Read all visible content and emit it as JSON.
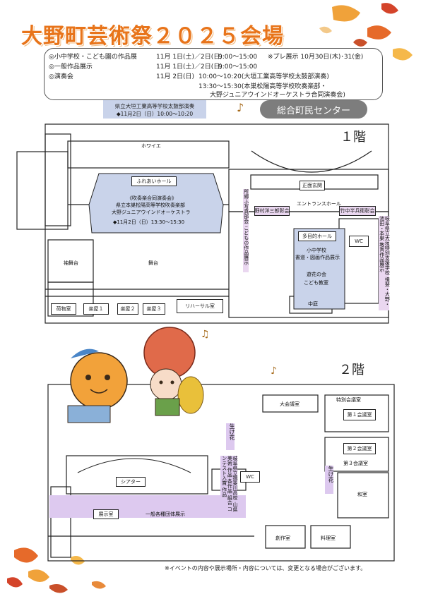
{
  "title": "大野町芸術祭２０２５会場",
  "schedule": [
    {
      "name": "◎小中学校・こども園の作品展",
      "date": "11月 1日(土)／2日(日)",
      "time": "9:00〜15:00",
      "extra": "※プレ展示 10月30日(木)･31(金)"
    },
    {
      "name": "◎一般作品展示",
      "date": "11月 1日(土)／2日(日)",
      "time": "9:00〜15:00",
      "extra": ""
    },
    {
      "name": "◎演奏会",
      "date": "11月 2日(日)",
      "time": "10:00〜10:20(大垣工業高等学校太鼓部演奏)",
      "extra": ""
    },
    {
      "name": "",
      "date": "",
      "time": "13:30〜15:30(本巣松陽高等学校吹奏楽部・",
      "extra": ""
    },
    {
      "name": "",
      "date": "",
      "time": "大野ジュニアウインドオーケストラ合同演奏会)",
      "extra": ""
    }
  ],
  "taiko_box": {
    "line1": "県立大垣工業高等学校太鼓部演奏",
    "line2": "◆11月2日（日）10:00〜10:20"
  },
  "venue": "総合町民センター",
  "floor1": "１階",
  "floor2": "２階",
  "hall": {
    "name": "ふれあいホール",
    "lines": [
      "《吹奏楽合同演奏会》",
      "県立本巣松陽高等学校吹奏楽部",
      "大野ジュニアウインドオーケストラ",
      "◆11月2日（日）13:30〜15:30"
    ]
  },
  "f1_rooms": {
    "foyer": "ホワイエ",
    "stage": "舞台",
    "sode": "袖舞台",
    "storage": "荷物室",
    "gakuya1": "楽屋１",
    "gakuya2": "楽屋２",
    "gakuya3": "楽屋３",
    "rehearsal": "リハーサル室",
    "front_entrance": "正面玄関",
    "entrance_hall": "エントランスホール",
    "nomura": "野村洋三郎彰会",
    "takenaka": "竹中半兵衛彰会",
    "courtyard": "中庭",
    "wc": "WC"
  },
  "vertical_labels": {
    "left": "所郷ふ写真部会 こどもの作品展示",
    "right": "岐阜県立大垣特別支援学校 揖斐・大野・池田・本巣 教育作品展示"
  },
  "multipurpose": {
    "name": "多目的ホール",
    "lines": [
      "小中学校",
      "書道・図画作品展示",
      "",
      "遊花の会",
      "こども教室"
    ]
  },
  "f2_rooms": {
    "large_conf": "大会議室",
    "special_conf": "特別会議室",
    "conf1": "第１会議室",
    "conf2": "第２会議室",
    "conf3": "第３会議室",
    "japanese": "和室",
    "wc": "WC",
    "theater": "シアター",
    "exhibition": "展示室",
    "general_exhibit": "一般各種団体展示",
    "ikebana1": "生け花",
    "ikebana2": "生け花",
    "creative": "創作室",
    "cooking": "料理室"
  },
  "f2_vertical": "岐阜県立揖斐川高校 山県 美術 作品 各作品 組合 コンテスト入賞 作品",
  "note": "※イベントの内容や展示場所・内容については、変更となる場合がございます。",
  "colors": {
    "title": "#e8741a",
    "blue": "#c9d3ea",
    "purple": "#ddc9ef",
    "badge": "#7d7d7d"
  }
}
